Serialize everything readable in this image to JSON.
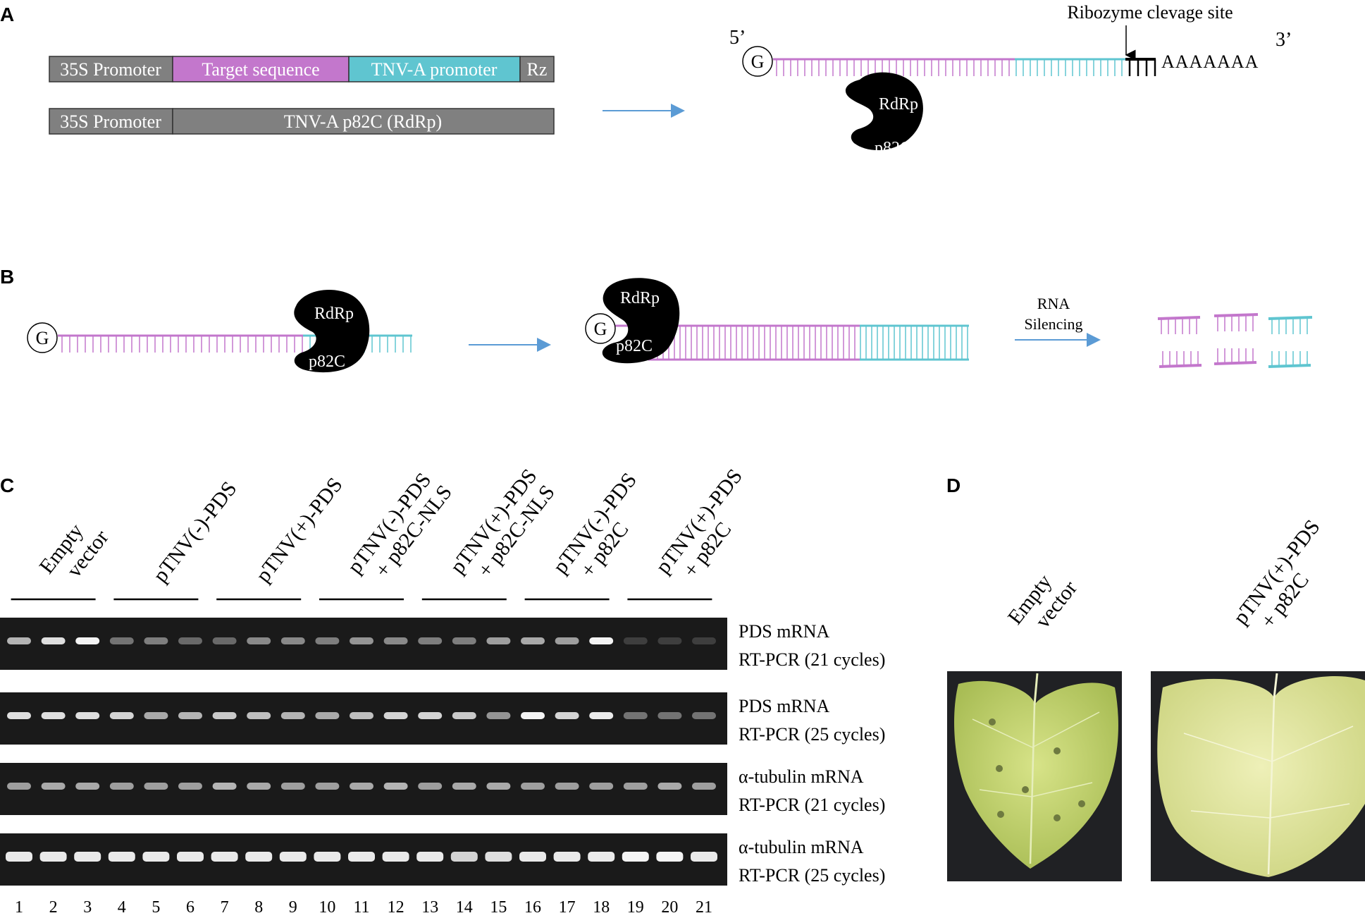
{
  "panels": {
    "a": "A",
    "b": "B",
    "c": "C",
    "d": "D"
  },
  "construct_a": {
    "promoter": "35S Promoter",
    "target": "Target sequence",
    "tnv_promoter": "TNV-A promoter",
    "rz": "Rz"
  },
  "construct_b": {
    "promoter": "35S Promoter",
    "rdrp": "TNV-A p82C (RdRp)"
  },
  "transcript": {
    "ribozyme": "Ribozyme clevage site",
    "five_prime": "5’",
    "three_prime": "3’",
    "cap": "G",
    "polya": "AAAAAAA"
  },
  "enzyme": {
    "top": "RdRp",
    "bottom": "p82C"
  },
  "silencing": {
    "line1": "RNA",
    "line2": "Silencing"
  },
  "gel": {
    "groups": [
      {
        "line1": "Empty",
        "line2": "vector"
      },
      {
        "line1": "pTNV(-)-PDS",
        "line2": ""
      },
      {
        "line1": "pTNV(+)-PDS",
        "line2": ""
      },
      {
        "line1": "pTNV(-)-PDS",
        "line2": "+ p82C-NLS"
      },
      {
        "line1": "pTNV(+)-PDS",
        "line2": "+ p82C-NLS"
      },
      {
        "line1": "pTNV(-)-PDS",
        "line2": "+ p82C"
      },
      {
        "line1": "pTNV(+)-PDS",
        "line2": "+ p82C"
      }
    ],
    "rows": [
      {
        "label1": "PDS mRNA",
        "label2": "RT-PCR (21 cycles)",
        "intensities": [
          0.65,
          0.85,
          0.95,
          0.35,
          0.4,
          0.3,
          0.3,
          0.45,
          0.45,
          0.4,
          0.5,
          0.45,
          0.4,
          0.4,
          0.55,
          0.6,
          0.55,
          0.95,
          0.1,
          0.1,
          0.1
        ]
      },
      {
        "label1": "PDS mRNA",
        "label2": "RT-PCR (25 cycles)",
        "intensities": [
          0.85,
          0.85,
          0.85,
          0.8,
          0.6,
          0.65,
          0.75,
          0.7,
          0.65,
          0.6,
          0.7,
          0.8,
          0.8,
          0.75,
          0.5,
          0.95,
          0.8,
          0.9,
          0.35,
          0.35,
          0.35
        ]
      },
      {
        "label1": "α-tubulin mRNA",
        "label2": "RT-PCR (21 cycles)",
        "intensities": [
          0.55,
          0.6,
          0.6,
          0.55,
          0.55,
          0.55,
          0.65,
          0.6,
          0.55,
          0.55,
          0.6,
          0.65,
          0.55,
          0.6,
          0.6,
          0.55,
          0.55,
          0.55,
          0.55,
          0.6,
          0.55
        ]
      },
      {
        "label1": "α-tubulin mRNA",
        "label2": "RT-PCR (25 cycles)",
        "intensities": [
          0.9,
          0.9,
          0.9,
          0.9,
          0.9,
          0.9,
          0.9,
          0.9,
          0.9,
          0.9,
          0.9,
          0.9,
          0.9,
          0.8,
          0.85,
          0.9,
          0.9,
          0.9,
          0.95,
          0.95,
          0.9
        ]
      }
    ],
    "lanes": [
      "1",
      "2",
      "3",
      "4",
      "5",
      "6",
      "7",
      "8",
      "9",
      "10",
      "11",
      "12",
      "13",
      "14",
      "15",
      "16",
      "17",
      "18",
      "19",
      "20",
      "21"
    ]
  },
  "leaves": [
    {
      "line1": "Empty",
      "line2": "vector"
    },
    {
      "line1": "pTNV(+)-PDS",
      "line2": "+ p82C"
    }
  ],
  "colors": {
    "magenta": "#c377cc",
    "cyan": "#5fc5d0",
    "gray_box": "#808080",
    "arrow": "#5b9bd5",
    "gel_bg": "#1a1a1a",
    "leaf_control": "#c9d97a",
    "leaf_silenced": "#e3e8a6"
  }
}
